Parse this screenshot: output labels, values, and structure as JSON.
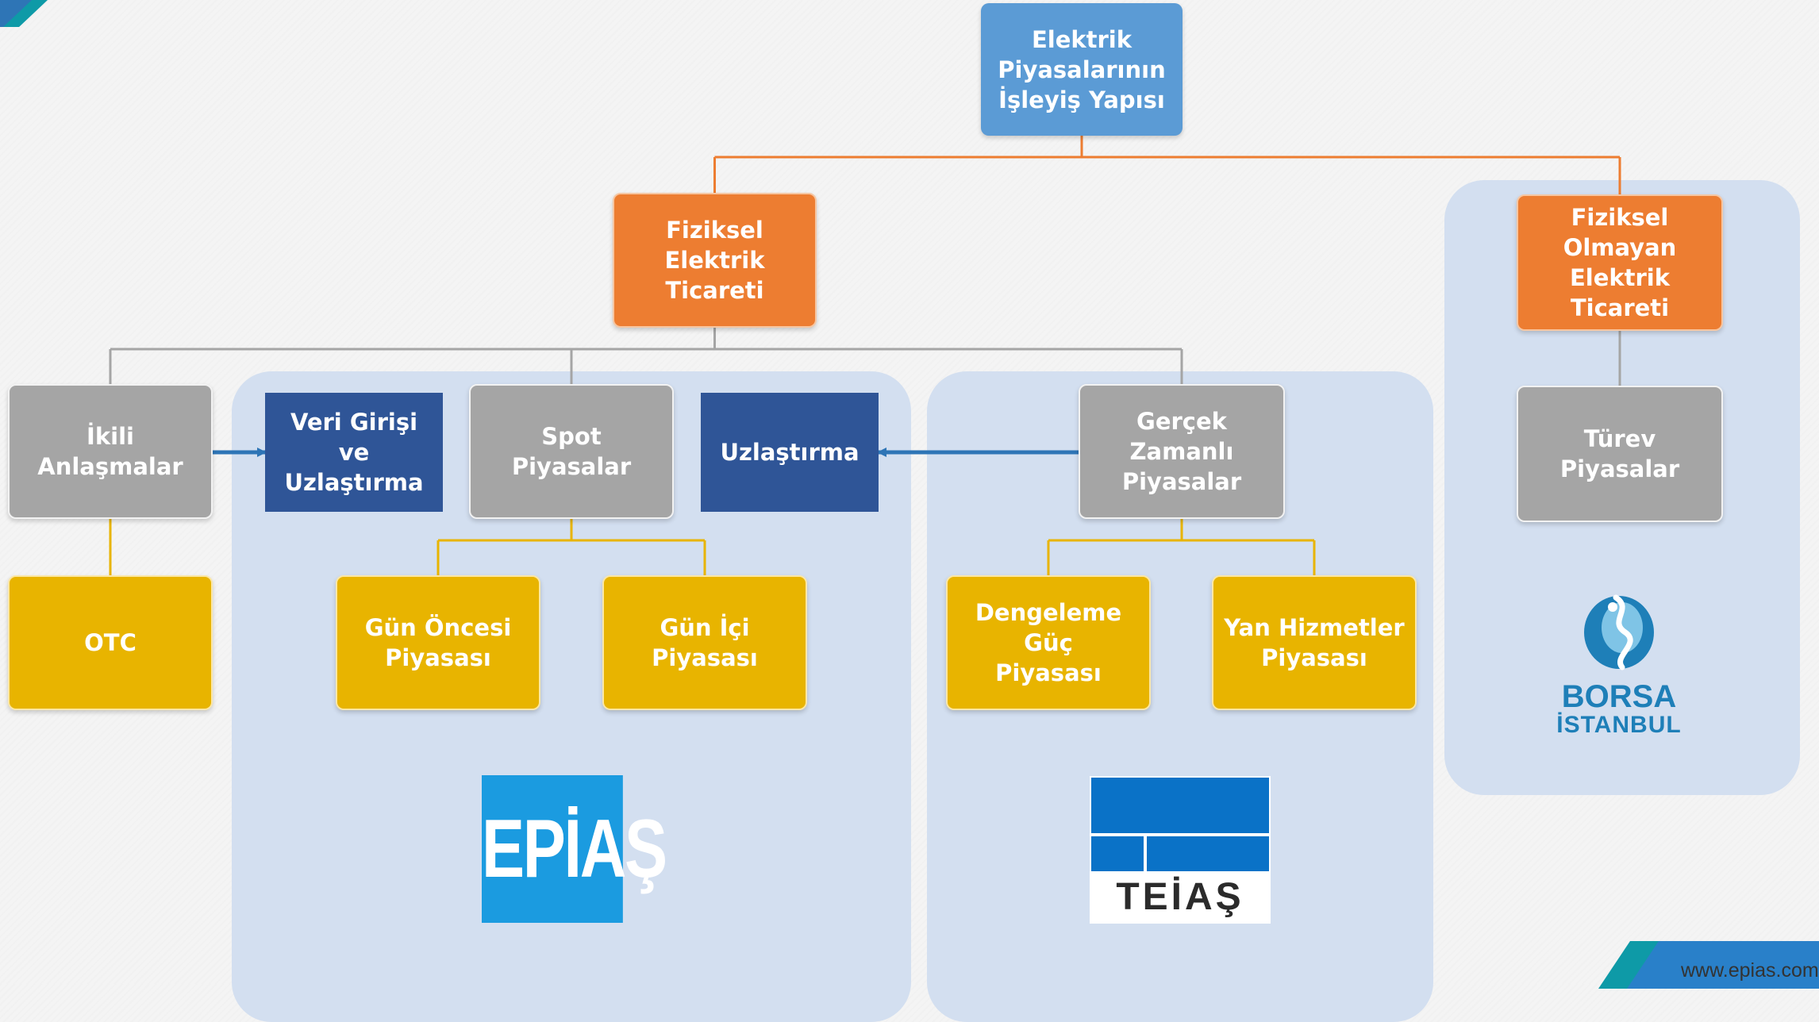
{
  "nodes": {
    "root": {
      "lines": [
        "Elektrik",
        "Piyasalarının",
        "İşleyiş Yapısı"
      ]
    },
    "physical": {
      "lines": [
        "Fiziksel Elektrik",
        "Ticareti"
      ]
    },
    "non_physical": {
      "lines": [
        "Fiziksel",
        "Olmayan",
        "Elektrik Ticareti"
      ]
    },
    "bilateral": {
      "lines": [
        "İkili Anlaşmalar"
      ]
    },
    "data_entry": {
      "lines": [
        "Veri Girişi",
        "ve",
        "Uzlaştırma"
      ]
    },
    "spot": {
      "lines": [
        "Spot Piyasalar"
      ]
    },
    "settlement": {
      "lines": [
        "Uzlaştırma"
      ]
    },
    "real_time": {
      "lines": [
        "Gerçek Zamanlı",
        "Piyasalar"
      ]
    },
    "derivatives": {
      "lines": [
        "Türev Piyasalar"
      ]
    },
    "otc": {
      "lines": [
        "OTC"
      ]
    },
    "day_ahead": {
      "lines": [
        "Gün Öncesi",
        "Piyasası"
      ]
    },
    "intraday": {
      "lines": [
        "Gün İçi Piyasası"
      ]
    },
    "balancing": {
      "lines": [
        "Dengeleme Güç",
        "Piyasası"
      ]
    },
    "ancillary": {
      "lines": [
        "Yan Hizmetler",
        "Piyasası"
      ]
    }
  },
  "edges": [
    {
      "from": "root",
      "to": "physical",
      "color": "#ed7d31"
    },
    {
      "from": "root",
      "to": "non_physical",
      "color": "#ed7d31"
    },
    {
      "from": "physical",
      "to": "bilateral",
      "color": "#a5a5a5"
    },
    {
      "from": "physical",
      "to": "spot",
      "color": "#a5a5a5"
    },
    {
      "from": "physical",
      "to": "real_time",
      "color": "#a5a5a5"
    },
    {
      "from": "non_physical",
      "to": "derivatives",
      "color": "#a5a5a5"
    },
    {
      "from": "bilateral",
      "to": "otc",
      "color": "#e8b400"
    },
    {
      "from": "spot",
      "to": "day_ahead",
      "color": "#e8b400"
    },
    {
      "from": "spot",
      "to": "intraday",
      "color": "#e8b400"
    },
    {
      "from": "real_time",
      "to": "balancing",
      "color": "#e8b400"
    },
    {
      "from": "real_time",
      "to": "ancillary",
      "color": "#e8b400"
    },
    {
      "from": "bilateral",
      "to": "data_entry",
      "color": "#2e75b6",
      "arrow": true
    },
    {
      "from": "real_time",
      "to": "settlement",
      "color": "#2e75b6",
      "arrow": true
    }
  ],
  "logos": {
    "epias": "EPİAŞ",
    "teias": "TEİAŞ",
    "borsa_line1": "BORSA",
    "borsa_line2": "İSTANBUL"
  },
  "footer": {
    "url": "www.epias.com"
  },
  "colors": {
    "root": "#5b9bd5",
    "category": "#ed7d31",
    "market": "#a5a5a5",
    "sub_market": "#e8b400",
    "settlement": "#2f5597",
    "region": "#d3dff0"
  }
}
